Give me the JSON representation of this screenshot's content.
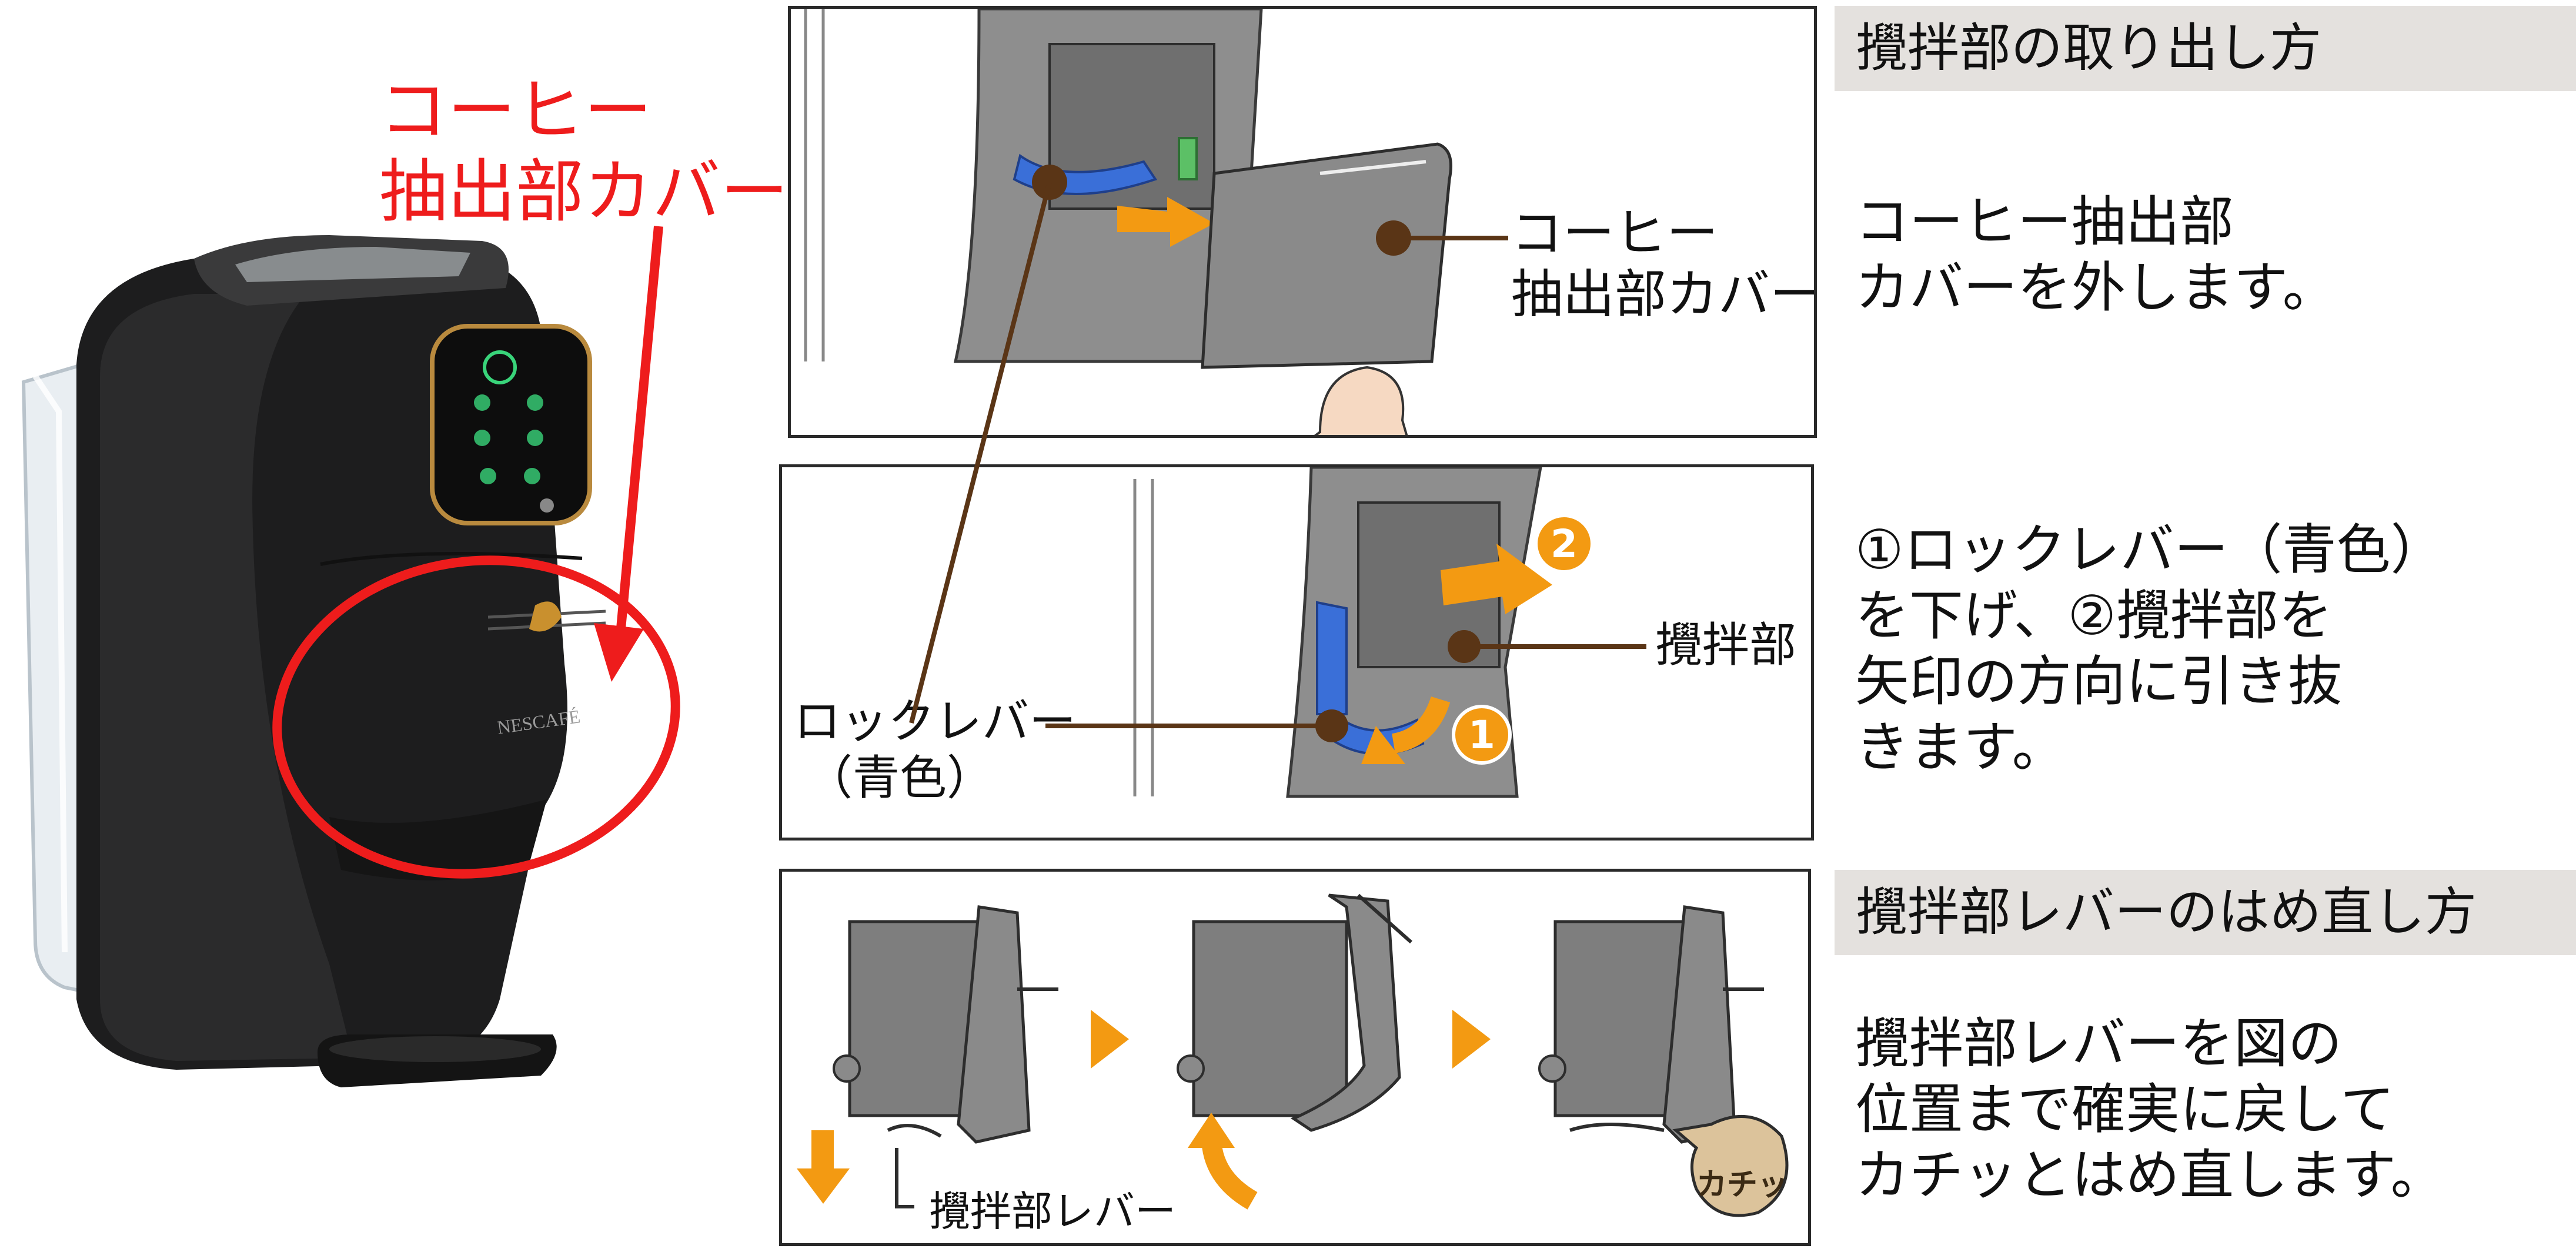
{
  "left_label": {
    "line1": "コーヒー",
    "line2": "抽出部カバー"
  },
  "brand": "NESCAFÉ",
  "panel1": {
    "callout_line1": "コーヒー",
    "callout_line2": "抽出部カバー"
  },
  "panel2": {
    "lever_line1": "ロックレバー",
    "lever_line2": "（青色）",
    "part_label": "攪拌部",
    "step1": "1",
    "step2": "2"
  },
  "panel3": {
    "lever_label": "攪拌部レバー",
    "click_label": "カチッ"
  },
  "section1": {
    "heading": "攪拌部の取り出し方",
    "step_a": [
      "コーヒー抽出部",
      "カバーを外します。"
    ],
    "step_b": [
      "①ロックレバー（青色）",
      "を下げ、②攪拌部を",
      "矢印の方向に引き抜",
      "きます。"
    ]
  },
  "section2": {
    "heading": "攪拌部レバーのはめ直し方",
    "text": [
      "攪拌部レバーを図の",
      "位置まで確実に戻して",
      "カチッとはめ直します。"
    ]
  },
  "colors": {
    "accent_red": "#ee1c1c",
    "orange_arrow": "#f39a12",
    "lever_blue": "#3a6fd8",
    "leader_brown": "#5a3516",
    "heading_bg": "#e4e1de",
    "click_bubble": "#dcc39b"
  }
}
